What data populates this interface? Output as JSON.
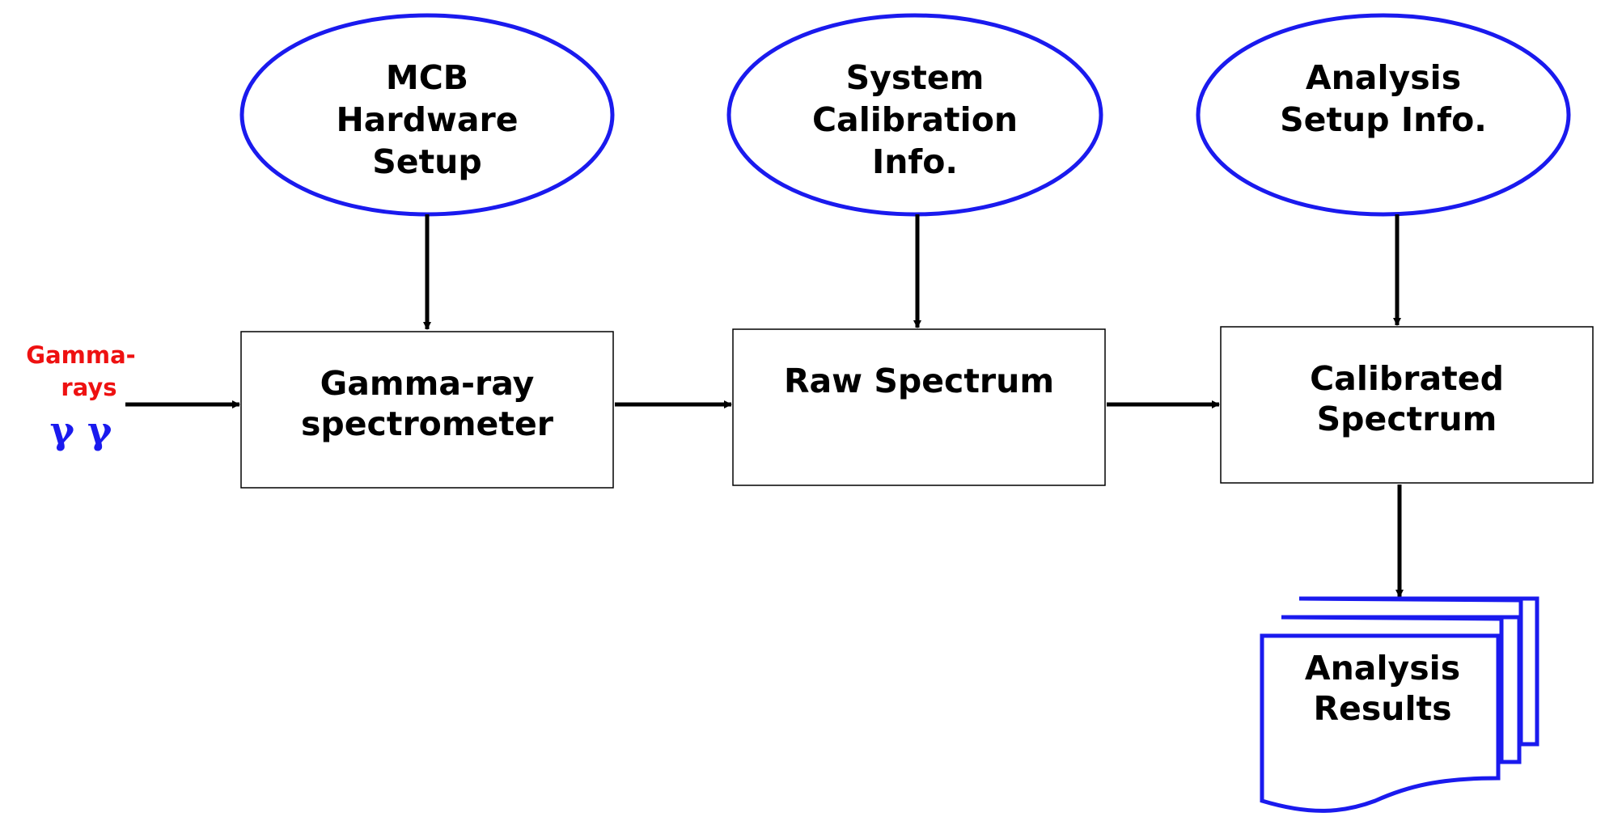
{
  "colors": {
    "outline_blue": "#1a1aee",
    "gamma_red": "#ee1111",
    "gamma_blue": "#1a1aee",
    "stroke": "#000000"
  },
  "inputs": {
    "mcb": [
      "MCB",
      "Hardware",
      "Setup"
    ],
    "calibration": [
      "System",
      "Calibration",
      "Info."
    ],
    "analysis_setup": [
      "Analysis",
      "Setup Info."
    ]
  },
  "boxes": {
    "spectrometer": [
      "Gamma-ray",
      "spectrometer"
    ],
    "raw": [
      "Raw Spectrum"
    ],
    "calibrated": [
      "Calibrated",
      "Spectrum"
    ]
  },
  "results": [
    "Analysis",
    "Results"
  ],
  "gamma": {
    "line1": "Gamma-",
    "line2": "rays",
    "symbols": "γ γ"
  }
}
